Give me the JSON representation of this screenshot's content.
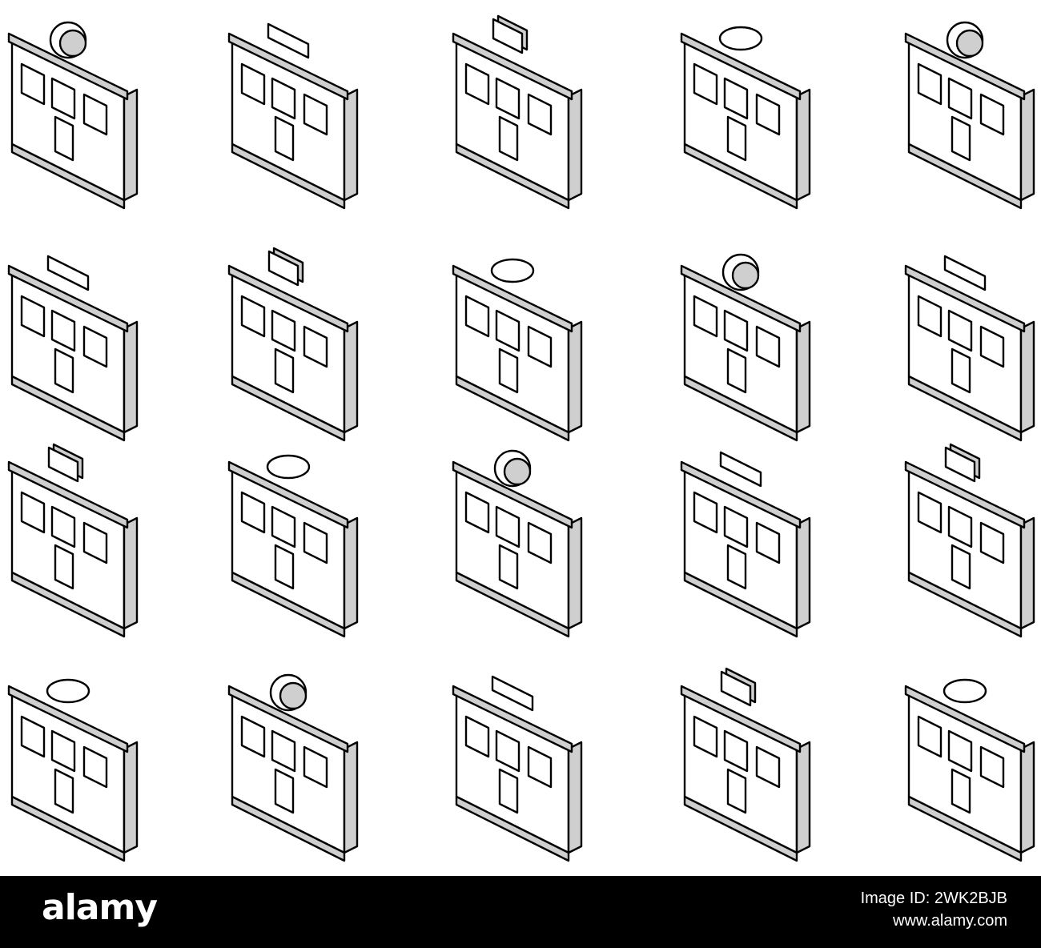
{
  "colors": {
    "background": "#ffffff",
    "line": "#000000",
    "shade": "#cfcfcf",
    "footer_bg": "#000000",
    "footer_text": "#ffffff"
  },
  "icons": [
    {
      "row": 0,
      "col": 0,
      "icon": "domed-building-icon"
    },
    {
      "row": 0,
      "col": 1,
      "icon": "coffee-shop-icon"
    },
    {
      "row": 0,
      "col": 2,
      "icon": "fish-market-icon"
    },
    {
      "row": 0,
      "col": 3,
      "icon": "bakery-shop-icon"
    },
    {
      "row": 0,
      "col": 4,
      "icon": "fruit-store-icon"
    },
    {
      "row": 1,
      "col": 0,
      "icon": "pharmacy-icon"
    },
    {
      "row": 1,
      "col": 1,
      "icon": "hat-shop-icon"
    },
    {
      "row": 1,
      "col": 2,
      "icon": "pizza-shop-icon"
    },
    {
      "row": 1,
      "col": 3,
      "icon": "police-station-icon"
    },
    {
      "row": 1,
      "col": 4,
      "icon": "car-dealer-icon"
    },
    {
      "row": 2,
      "col": 0,
      "icon": "candy-shop-icon"
    },
    {
      "row": 2,
      "col": 1,
      "icon": "market-stall-icon"
    },
    {
      "row": 2,
      "col": 2,
      "icon": "office-building-icon"
    },
    {
      "row": 2,
      "col": 3,
      "icon": "shoe-store-icon"
    },
    {
      "row": 2,
      "col": 4,
      "icon": "bag-shop-icon"
    },
    {
      "row": 3,
      "col": 0,
      "icon": "bread-bakery-icon"
    },
    {
      "row": 3,
      "col": 1,
      "icon": "drink-cafe-icon"
    },
    {
      "row": 3,
      "col": 2,
      "icon": "coffee-roastery-icon"
    },
    {
      "row": 3,
      "col": 3,
      "icon": "tailor-shop-icon"
    },
    {
      "row": 3,
      "col": 4,
      "icon": "theatre-building-icon"
    }
  ],
  "footer": {
    "logo": "alamy",
    "image_id_line1": "Image ID: 2WK2BJB",
    "image_id_line2": "www.alamy.com"
  }
}
